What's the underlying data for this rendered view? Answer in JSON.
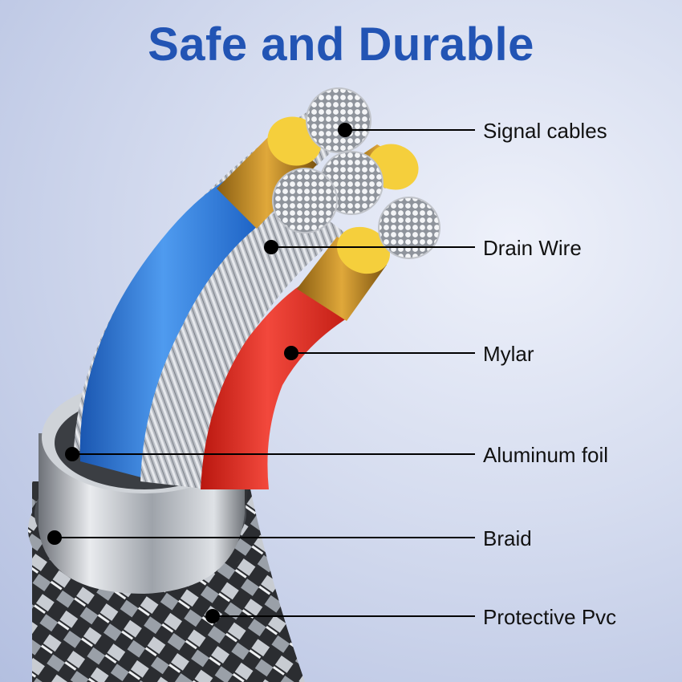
{
  "title": "Safe and Durable",
  "colors": {
    "title": "#2254b4",
    "blue_wire": "#2a7ad9",
    "red_wire": "#e0281f",
    "gold_conductor": "#f1c232",
    "label_text": "#111111"
  },
  "labels": [
    {
      "id": "signal-cables",
      "text": "Signal cables"
    },
    {
      "id": "drain-wire",
      "text": "Drain Wire"
    },
    {
      "id": "mylar",
      "text": "Mylar"
    },
    {
      "id": "aluminum-foil",
      "text": "Aluminum foil"
    },
    {
      "id": "braid",
      "text": "Braid"
    },
    {
      "id": "protective-pvc",
      "text": "Protective Pvc"
    }
  ]
}
